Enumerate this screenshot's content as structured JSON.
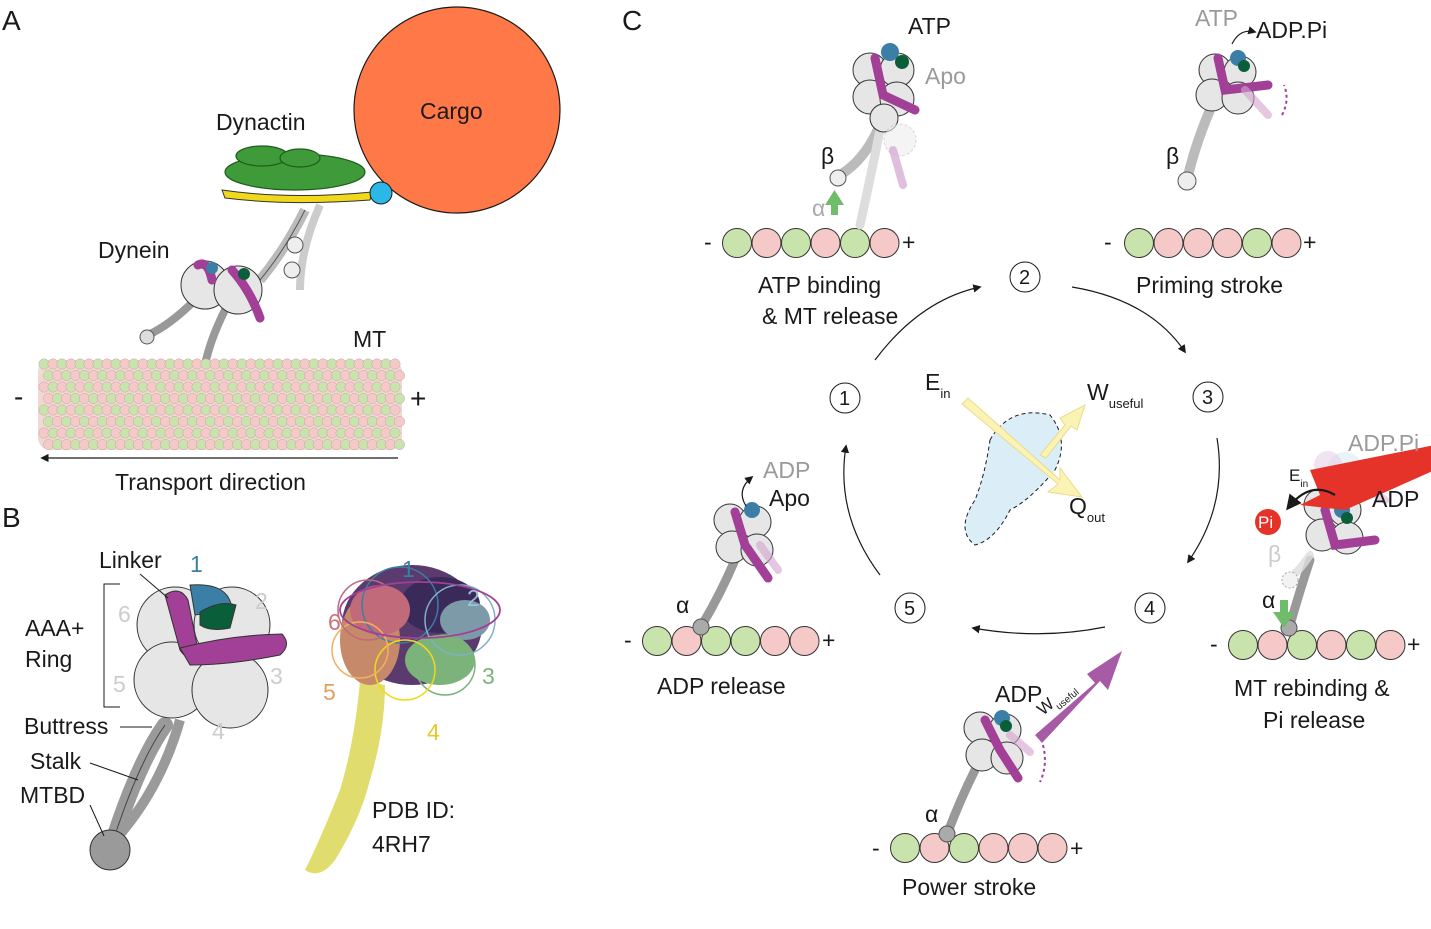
{
  "colors": {
    "mt_green": "#c9e3ad",
    "mt_pink": "#f6c9c9",
    "linker_purple": "#a23f96",
    "aaa1_blue": "#3b7fa6",
    "aaa2_green": "#0b5e3a",
    "cargo_orange": "#ff7847",
    "dynactin_green": "#3f9b3a",
    "dynactin_yellow": "#f0d91a",
    "adaptor_cyan": "#2bb8e8",
    "ring_gray": "#e6e6e6",
    "stalk_gray": "#9a9a9a",
    "green_arrow": "#6fbd6a",
    "red_arrow": "#e5332a",
    "yellow_arrow": "#fbf3b6",
    "purple_arrow": "#a75aa5",
    "body_blue": "#dbeef7"
  },
  "panelA": {
    "letter": "A",
    "cargo": "Cargo",
    "dynactin": "Dynactin",
    "dynein": "Dynein",
    "mt": "MT",
    "minus": "-",
    "plus": "+",
    "transport": "Transport direction"
  },
  "panelB": {
    "letter": "B",
    "linker": "Linker",
    "aaa": "AAA+",
    "ring": "Ring",
    "buttress": "Buttress",
    "stalk": "Stalk",
    "mtbd": "MTBD",
    "nums": [
      "1",
      "2",
      "3",
      "4",
      "5",
      "6"
    ],
    "pdb1": "PDB ID:",
    "pdb2": "4RH7"
  },
  "panelC": {
    "letter": "C",
    "steps": [
      "1",
      "2",
      "3",
      "4",
      "5"
    ],
    "atp_binding_1": "ATP binding",
    "atp_binding_2": "& MT release",
    "priming": "Priming stroke",
    "rebinding_1": "MT rebinding &",
    "rebinding_2": "Pi release",
    "power": "Power stroke",
    "adp_release": "ADP release",
    "atp": "ATP",
    "apo": "Apo",
    "adppi": "ADP.Pi",
    "adp": "ADP",
    "pi": "Pi",
    "alpha": "α",
    "beta": "β",
    "minus": "-",
    "plus": "+",
    "e_main": "E",
    "e_sub": "in",
    "w_main": "W",
    "w_sub": "useful",
    "q_main": "Q",
    "q_sub": "out"
  }
}
